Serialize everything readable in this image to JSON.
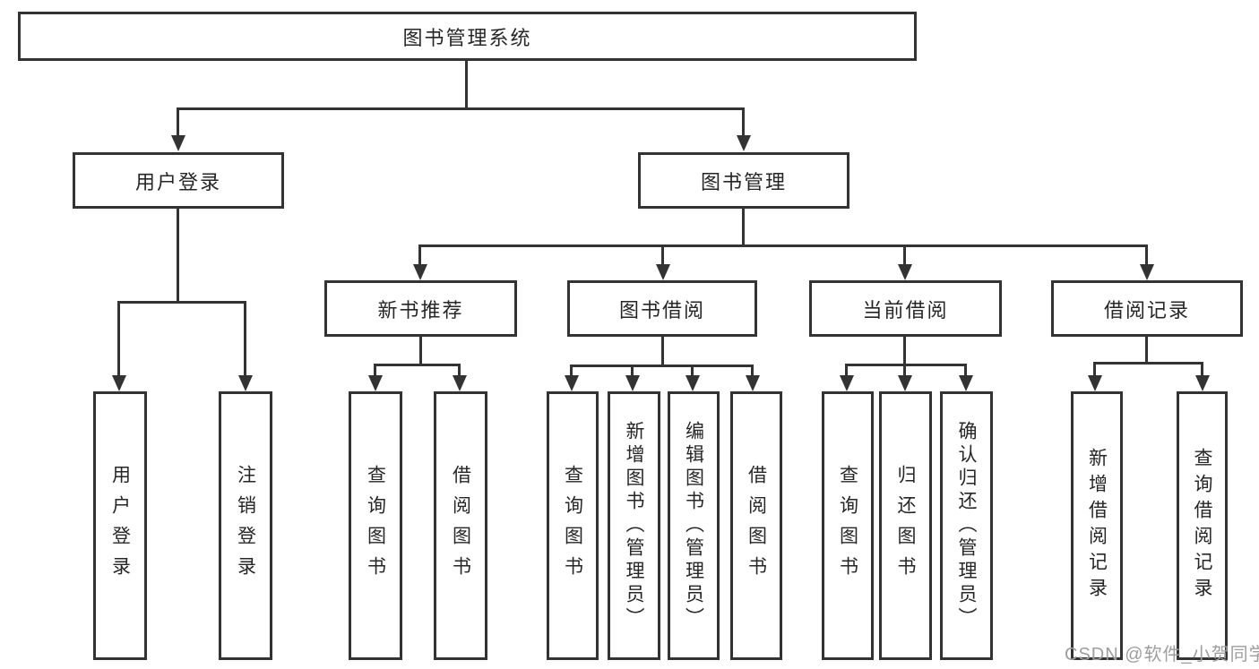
{
  "diagram": {
    "watermark": "CSDN @软件_小贺同学",
    "colors": {
      "line": "#333333",
      "text": "#262626",
      "box_bg": "#ffffff",
      "watermark": "#9e9e9e"
    },
    "root": {
      "label": "图书管理系统"
    },
    "level2": [
      {
        "label": "用户登录"
      },
      {
        "label": "图书管理"
      }
    ],
    "level3": [
      {
        "label": "新书推荐"
      },
      {
        "label": "图书借阅"
      },
      {
        "label": "当前借阅"
      },
      {
        "label": "借阅记录"
      }
    ],
    "level4": {
      "user_login": [
        {
          "label": "用户登录"
        },
        {
          "label": "注销登录"
        }
      ],
      "new_books": [
        {
          "label": "查询图书"
        },
        {
          "label": "借阅图书"
        }
      ],
      "book_borrow": [
        {
          "label": "查询图书"
        },
        {
          "label": "新增图书（管理员）"
        },
        {
          "label": "编辑图书（管理员）"
        },
        {
          "label": "借阅图书"
        }
      ],
      "current_borrow": [
        {
          "label": "查询图书"
        },
        {
          "label": "归还图书"
        },
        {
          "label": "确认归还（管理员）"
        }
      ],
      "borrow_records": [
        {
          "label": "新增借阅记录"
        },
        {
          "label": "查询借阅记录"
        }
      ]
    }
  }
}
